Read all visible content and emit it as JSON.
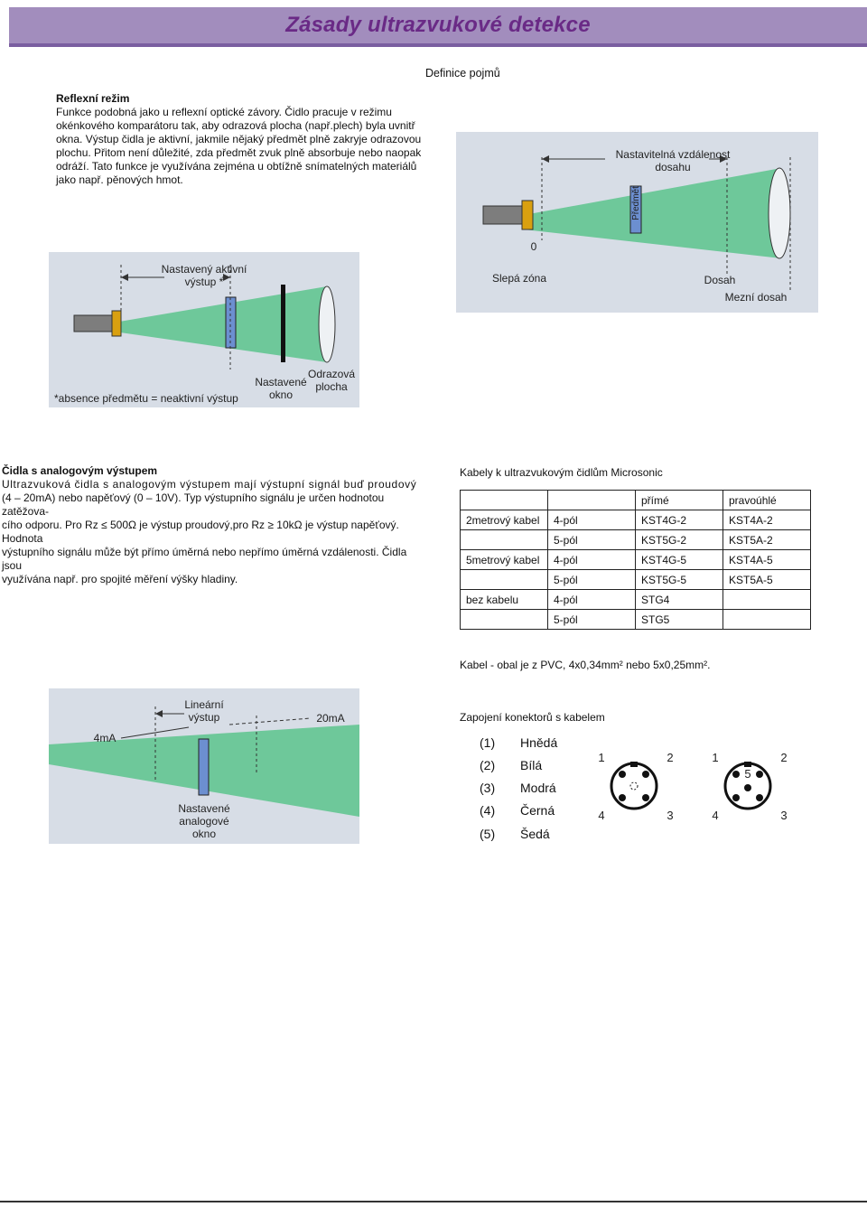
{
  "title": "Zásady ultrazvukové detekce",
  "subtitle": "Definice pojmů",
  "reflex": {
    "heading": "Reflexní režim",
    "lines": [
      "Funkce podobná jako u reflexní optické závory. Čidlo pracuje v režimu",
      "okénkového komparátoru tak, aby odrazová plocha (např.plech) byla uvnitř",
      "okna. Výstup čidla je aktivní, jakmile nějaký předmět plně zakryje odrazovou",
      "plochu. Přitom není důležité, zda předmět zvuk plně absorbuje nebo naopak",
      "odráží. Tato funkce je využívána zejména u obtížně snímatelných materiálů",
      "jako např. pěnových hmot."
    ]
  },
  "diagram1": {
    "adjustable": "Nastavitelná vzdálenost dosahu",
    "object": "Předmět",
    "zero": "0",
    "blind_zone": "Slepá zóna",
    "range": "Dosah",
    "limit_range": "Mezní dosah"
  },
  "diagram2": {
    "set_output": "Nastavený aktivní výstup *",
    "note": "*absence předmětu = neaktivní výstup",
    "set_window": "Nastavené okno",
    "reflector": "Odrazová plocha"
  },
  "analog": {
    "heading": "Čidla s analogovým výstupem",
    "lines": [
      "Ultrazvuková čidla s analogovým výstupem mají výstupní signál buď proudový",
      "(4 – 20mA) nebo napěťový (0 – 10V). Typ výstupního signálu je určen hodnotou zatěžova-",
      "cího odporu. Pro Rz ≤ 500Ω je výstup proudový,pro Rz ≥ 10kΩ je výstup napěťový. Hodnota",
      "výstupního signálu může být přímo úměrná nebo nepřímo úměrná vzdálenosti. Čidla jsou",
      "využívána např. pro spojité měření výšky hladiny."
    ]
  },
  "cables": {
    "title": "Kabely k ultrazvukovým čidlům Microsonic",
    "header": [
      "",
      "",
      "přímé",
      "pravoúhlé"
    ],
    "rows": [
      [
        "2metrový kabel",
        "4-pól",
        "KST4G-2",
        "KST4A-2"
      ],
      [
        "",
        "5-pól",
        "KST5G-2",
        "KST5A-2"
      ],
      [
        "5metrový kabel",
        "4-pól",
        "KST4G-5",
        "KST4A-5"
      ],
      [
        "",
        "5-pól",
        "KST5G-5",
        "KST5A-5"
      ],
      [
        "bez kabelu",
        "4-pól",
        "STG4",
        ""
      ],
      [
        "",
        "5-pól",
        "STG5",
        ""
      ]
    ],
    "note": "Kabel - obal je z PVC, 4x0,34mm² nebo 5x0,25mm²."
  },
  "diagram3": {
    "ma4": "4mA",
    "linear": "Lineární výstup",
    "ma20": "20mA",
    "analog_window": "Nastavené analogové okno"
  },
  "connector": {
    "title": "Zapojení konektorů s kabelem",
    "wires": [
      {
        "num": "(1)",
        "color": "Hnědá"
      },
      {
        "num": "(2)",
        "color": "Bílá"
      },
      {
        "num": "(3)",
        "color": "Modrá"
      },
      {
        "num": "(4)",
        "color": "Černá"
      },
      {
        "num": "(5)",
        "color": "Šedá"
      }
    ],
    "pins4": [
      "1",
      "2",
      "4",
      "3"
    ],
    "pins5": [
      "1",
      "2",
      "5",
      "4",
      "3"
    ]
  }
}
